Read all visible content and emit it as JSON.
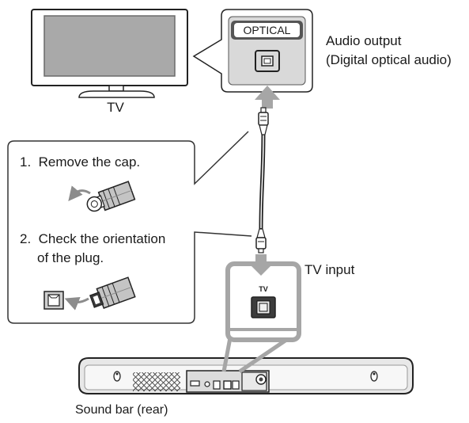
{
  "tv": {
    "label": "TV"
  },
  "optical_callout": {
    "port_label": "OPTICAL",
    "title": "Audio output",
    "subtitle": "(Digital optical audio)"
  },
  "instructions": {
    "step1": "1.  Remove the cap.",
    "step2_line1": "2.  Check the orientation",
    "step2_line2": "of the plug."
  },
  "tv_input": {
    "label": "TV input",
    "port_label": "TV"
  },
  "sound_bar": {
    "label": "Sound bar (rear)"
  },
  "colors": {
    "arrow": "#a6a6a6",
    "outline": "#222222",
    "screen": "#a9a9a9",
    "panel": "#d9d9d9"
  }
}
